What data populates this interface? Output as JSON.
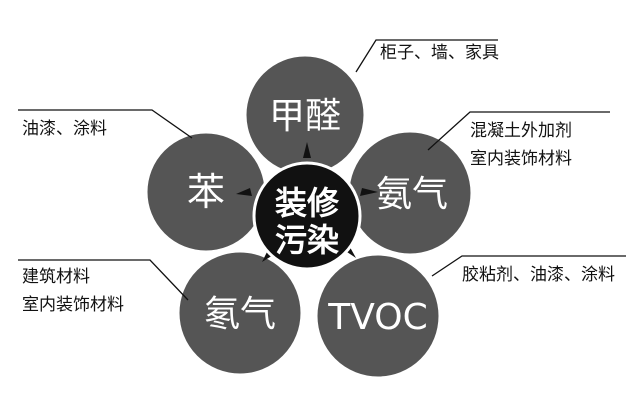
{
  "center": {
    "line1": "装修",
    "line2": "污染"
  },
  "petals": {
    "formaldehyde": {
      "label": "甲醛",
      "note": "柜子、墙、家具"
    },
    "ammonia": {
      "label": "氨气",
      "note_line1": "混凝土外加剂",
      "note_line2": "室内装饰材料"
    },
    "tvoc": {
      "label": "TVOC",
      "note": "胶粘剂、油漆、涂料"
    },
    "radon": {
      "label": "氡气",
      "note_line1": "建筑材料",
      "note_line2": "室内装饰材料"
    },
    "benzene": {
      "label": "苯",
      "note": "油漆、涂料"
    }
  },
  "colors": {
    "petal": "#555555",
    "center": "#111111",
    "text_on_dark": "#ffffff",
    "note_text": "#111111"
  }
}
